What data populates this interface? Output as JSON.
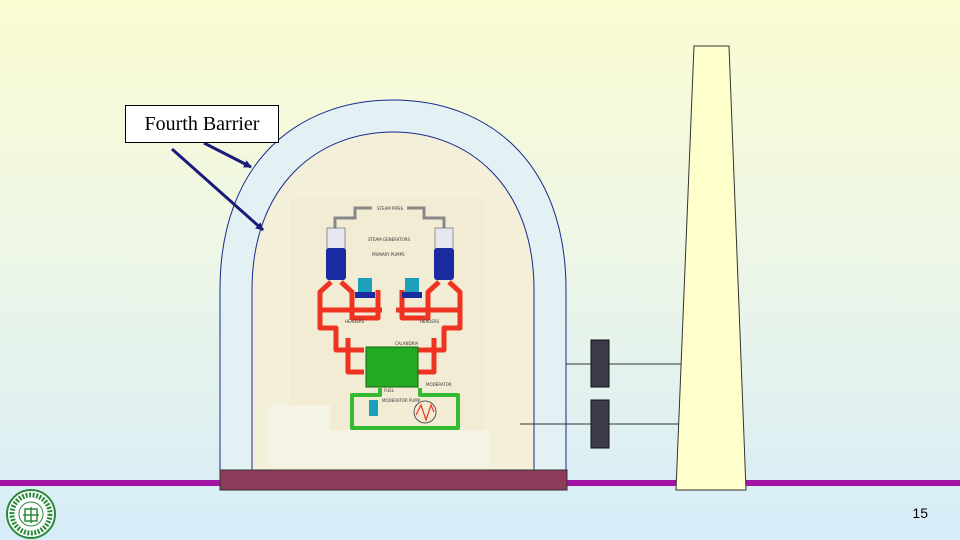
{
  "callout": {
    "label": "Fourth Barrier"
  },
  "diagram_labels": {
    "steam_pipes": "STEAM PIPES",
    "steam_generators": "STEAM GENERATORS",
    "primary_pumps": "PRIMARY PUMPS",
    "headers_left": "HEADERS",
    "headers_right": "HEADERS",
    "calandria": "CALANDRIA",
    "fuel": "FUEL",
    "moderator": "MODERATOR",
    "moderator_pump": "MODERATOR PUMP"
  },
  "footer": {
    "page_number": "15"
  },
  "colors": {
    "accent_bar": "#a414a4",
    "base_slab": "#8e3a5a",
    "coolant_loop": "#ee3322",
    "moderator_loop": "#33bb33",
    "calandria": "#22aa22",
    "steam_generator": "#1a2aa0",
    "pump": "#1aa0b8",
    "arrow": "#1a1a7a"
  }
}
